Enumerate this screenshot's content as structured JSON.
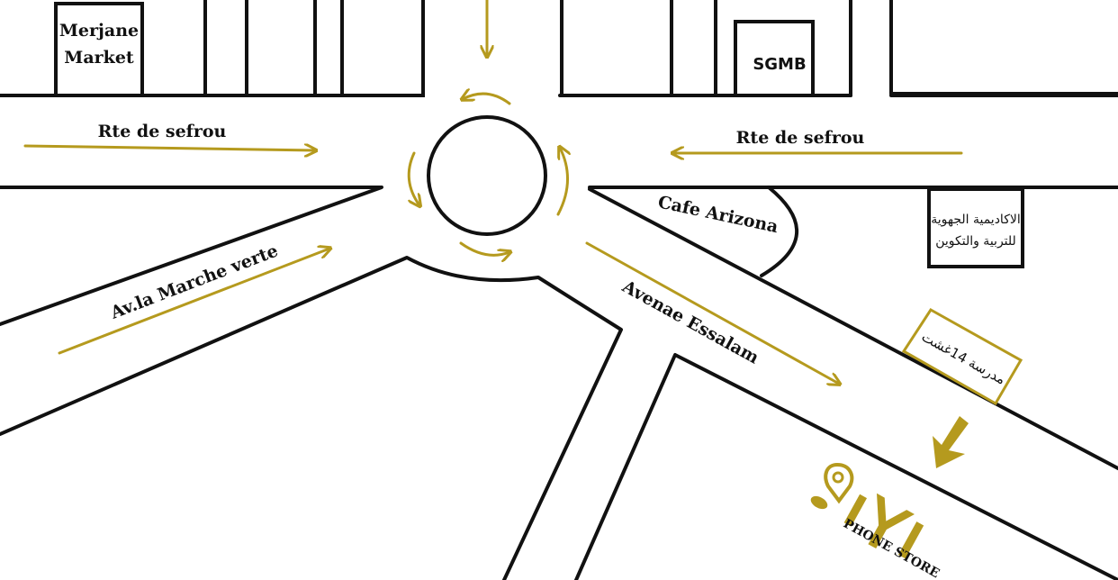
{
  "map": {
    "streets": {
      "top_left": "Rte de sefrou",
      "top_right": "Rte de sefrou",
      "left_diagonal": "Av.la Marche verte",
      "right_diagonal": "Avenae Essalam"
    },
    "places": {
      "merjane_line1": "Merjane",
      "merjane_line2": "Market",
      "sgmb": "SGMB",
      "cafe": "Cafe Arizona",
      "academy_line1": "الاكاديمية الجهوية",
      "academy_line2": "للتربية والتكوين",
      "school": "مدرسة 14غشت"
    },
    "store": {
      "label": "PHONE STORE",
      "logo_icon": "iyi-logo-icon",
      "pin_icon": "map-pin-icon"
    },
    "colors": {
      "accent": "#b59a1e",
      "lines": "#111111",
      "background": "#ffffff"
    }
  }
}
